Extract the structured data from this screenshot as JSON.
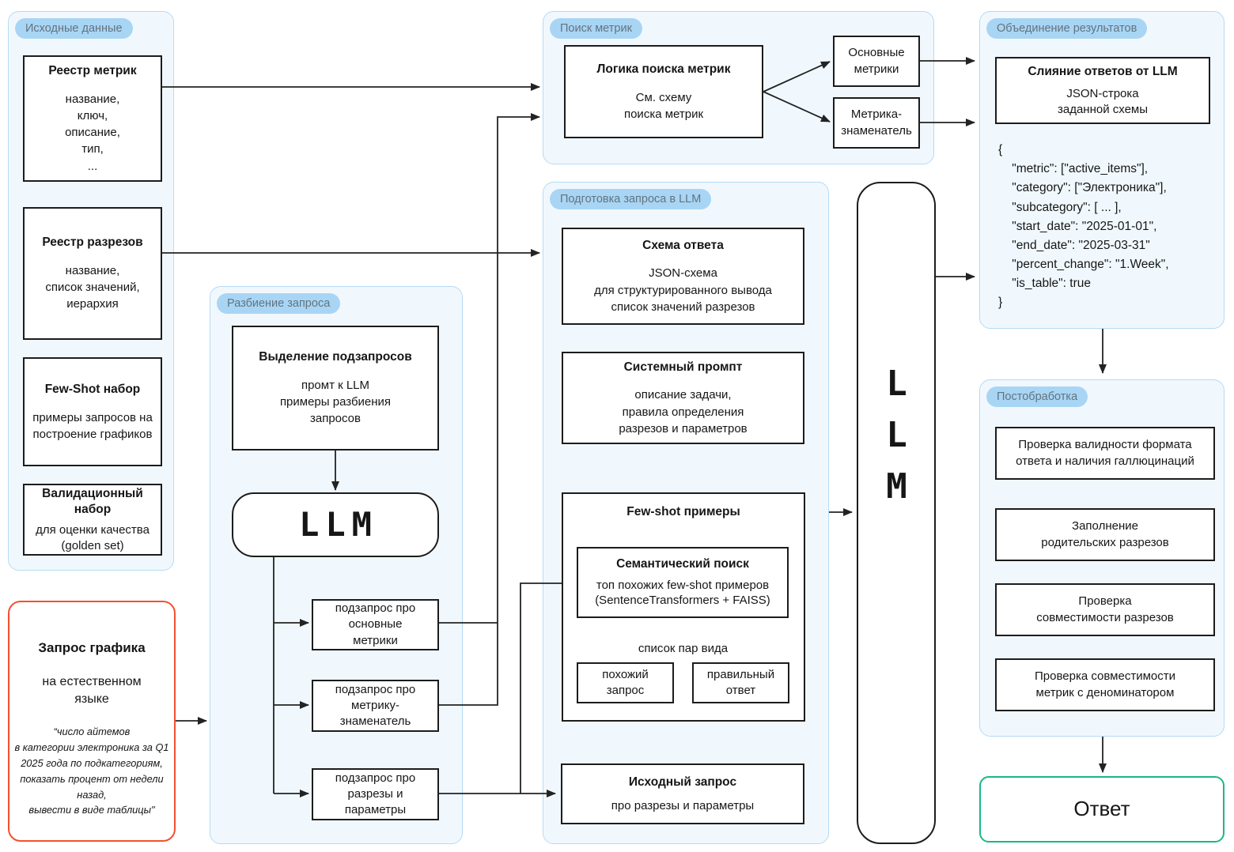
{
  "colors": {
    "container_bg": "#f1f8fd",
    "container_border": "#b5daf5",
    "pill_bg": "#a9d5f5",
    "pill_text": "#61747f",
    "node_border": "#1c1c1c",
    "request_border": "#f4502e",
    "answer_border": "#19b888",
    "arrow": "#232323"
  },
  "containers": {
    "source_data": {
      "label": "Исходные данные"
    },
    "query_split": {
      "label": "Разбиение запроса"
    },
    "metric_search": {
      "label": "Поиск метрик"
    },
    "llm_prep": {
      "label": "Подготовка запроса в LLM"
    },
    "result_merge": {
      "label": "Объединение результатов"
    },
    "postprocess": {
      "label": "Постобработка"
    }
  },
  "nodes": {
    "metric_registry": {
      "title": "Реестр метрик",
      "body": "название,\nключ,\nописание,\nтип,\n..."
    },
    "slice_registry": {
      "title": "Реестр разрезов",
      "body": "название,\nсписок значений,\nиерархия"
    },
    "fewshot_set": {
      "title": "Few-Shot набор",
      "body": "примеры запросов на\nпостроение графиков"
    },
    "validation_set": {
      "title": "Валидационный\nнабор",
      "body": "для оценки качества\n(golden set)"
    },
    "chart_request": {
      "title": "Запрос графика",
      "body": "на естественном\nязыке",
      "quote": "“число айтемов\nв категории электроника за Q1\n2025 года по подкатегориям,\nпоказать процент от недели назад,\nвывести в виде таблицы\""
    },
    "subquery_extraction": {
      "title": "Выделение подзапросов",
      "body": "промт к LLM\nпримеры разбиения\nзапросов"
    },
    "llm_small": {
      "label": "LLM"
    },
    "sq_main": {
      "label": "подзапрос про\nосновные\nметрики"
    },
    "sq_denom": {
      "label": "подзапрос про\nметрику-\nзнаменатель"
    },
    "sq_slices": {
      "label": "подзапрос про\nразрезы и\nпараметры"
    },
    "search_logic": {
      "title": "Логика поиска метрик",
      "body": "См. схему\nпоиска метрик"
    },
    "main_metrics": {
      "label": "Основные\nметрики"
    },
    "denom_metric": {
      "label": "Метрика-\nзнаменатель"
    },
    "answer_schema": {
      "title": "Схема ответа",
      "body": "JSON-схема\nдля структурированного вывода\nсписок значений разрезов"
    },
    "system_prompt": {
      "title": "Системный промпт",
      "body": "описание задачи,\nправила определения\nразрезов и параметров"
    },
    "fewshot_examples": {
      "title": "Few-shot примеры"
    },
    "semantic_search": {
      "title": "Семантический поиск",
      "body": "топ похожих few-shot примеров\n(SentenceTransformers + FAISS)"
    },
    "pair_list_label": "список пар вида",
    "similar_query": {
      "label": "похожий\nзапрос"
    },
    "correct_answer": {
      "label": "правильный\nответ"
    },
    "source_query": {
      "title": "Исходный запрос",
      "body": "про разрезы и параметры"
    },
    "llm_big": {
      "label": "LLM"
    },
    "answer_merge": {
      "title": "Слияние ответов от LLM",
      "body": "JSON-строка\nзаданной схемы"
    },
    "json_example": "{\n    \"metric\": [\"active_items\"],\n    \"category\": [\"Электроника\"],\n    \"subcategory\": [ ... ],\n    \"start_date\": \"2025-01-01\",\n    \"end_date\": \"2025-03-31\"\n    \"percent_change\": \"1.Week\",\n    \"is_table\": true\n}",
    "post_validity": {
      "label": "Проверка валидности формата\nответа и наличия галлюцинаций"
    },
    "post_parents": {
      "label": "Заполнение\nродительских разрезов"
    },
    "post_slice_compat": {
      "label": "Проверка\nсовместимости разрезов"
    },
    "post_metric_compat": {
      "label": "Проверка совместимости\nметрик с  деноминатором"
    },
    "answer": {
      "label": "Ответ"
    }
  }
}
